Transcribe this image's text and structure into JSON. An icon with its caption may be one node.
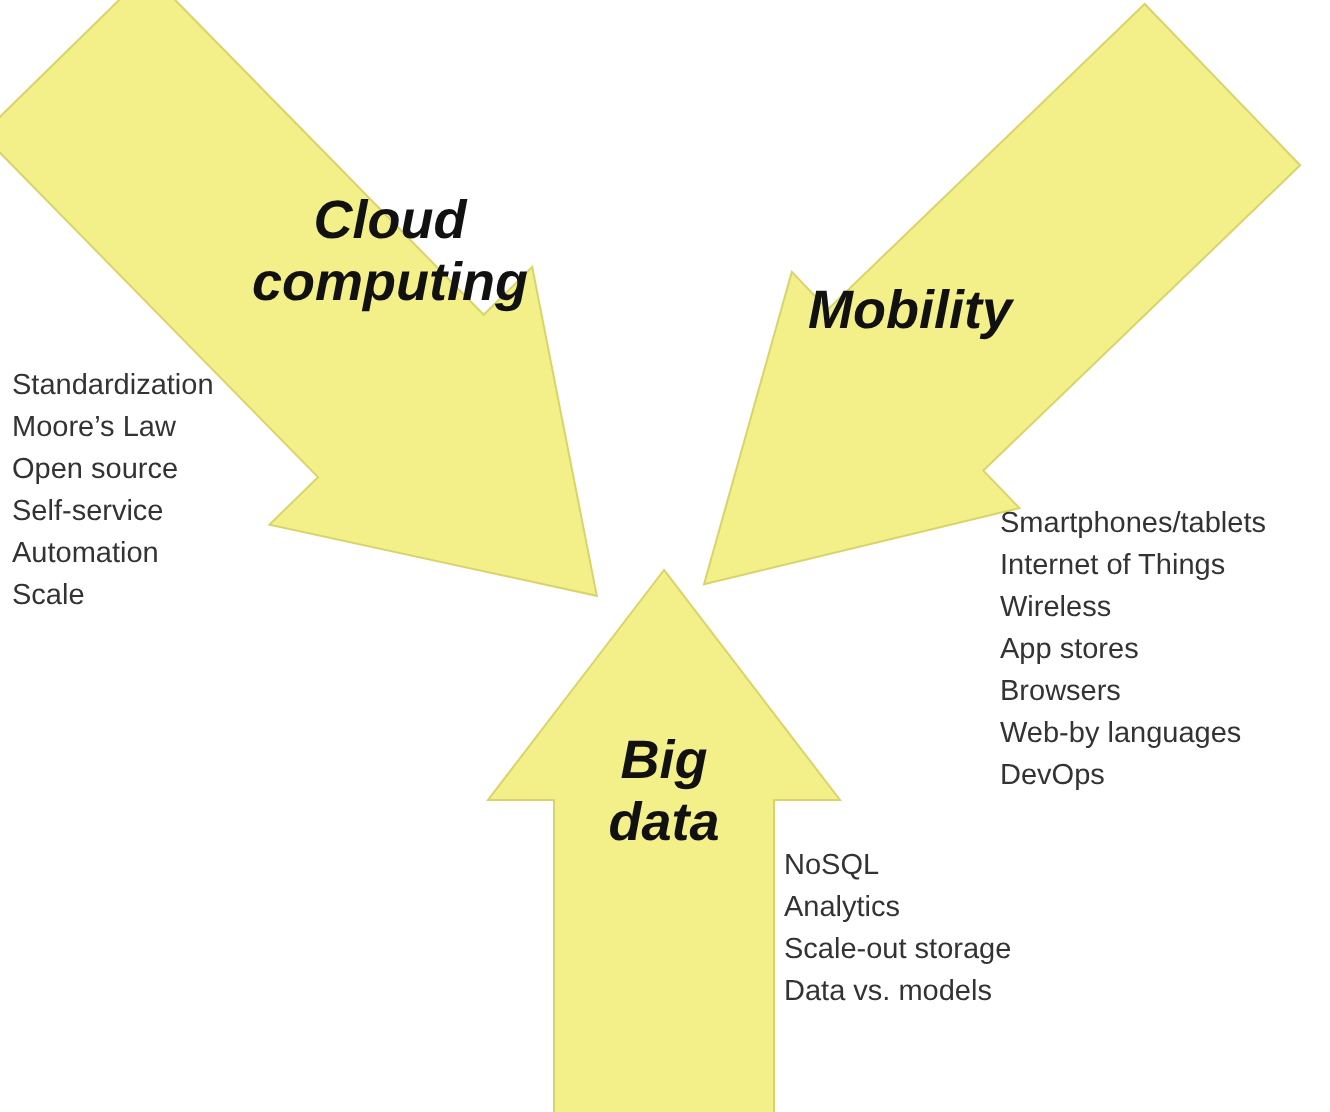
{
  "diagram": {
    "nodes": [
      {
        "text": [
          "Cloud computing"
        ],
        "beside": [
          "Standardization",
          "Moore’s Law",
          "Open source",
          "Self-service",
          "Automation",
          "Scale"
        ]
      },
      {
        "text": [
          "Mobility"
        ],
        "beside": [
          "Smartphones/tablets",
          "Internet of Things",
          "Wireless",
          "App stores",
          "Browsers",
          "Web-by languages",
          "DevOps"
        ]
      },
      {
        "text": [
          "Big data"
        ],
        "beside": [
          "NoSQL",
          "Analytics",
          "Scale-out storage",
          "Data vs. models"
        ]
      }
    ],
    "edges": []
  }
}
